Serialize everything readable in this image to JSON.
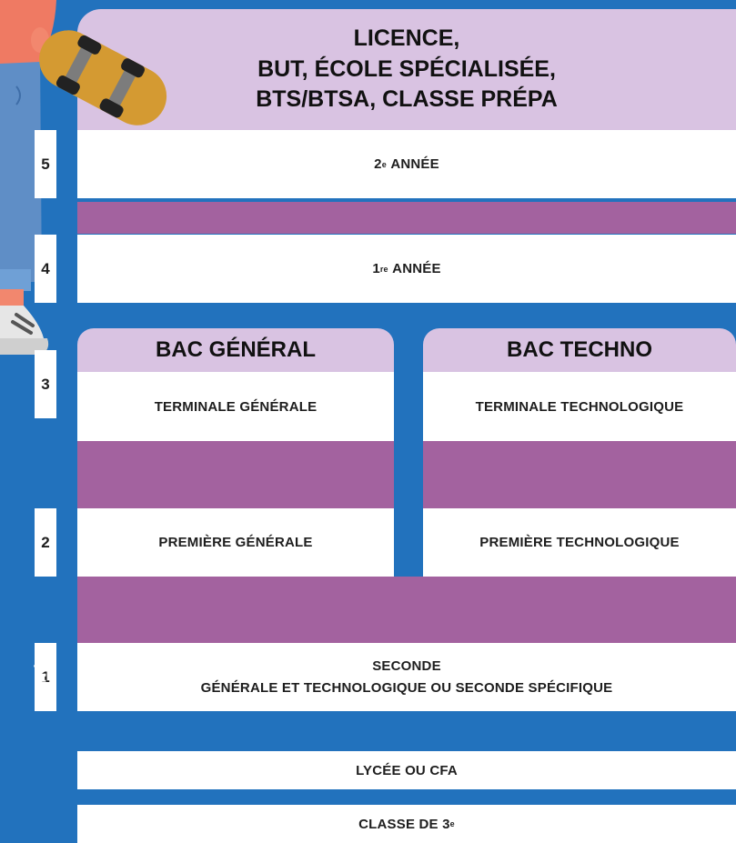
{
  "university": {
    "title_lines": [
      "LICENCE,",
      "BUT, ÉCOLE SPÉCIALISÉE,",
      "BTS/BTSA, CLASSE PRÉPA"
    ],
    "year2": {
      "num": "2",
      "sup": "e",
      "label": "ANNÉE"
    },
    "year1": {
      "num": "1",
      "sup": "re",
      "label": "ANNÉE"
    }
  },
  "bac_general": {
    "title": "BAC GÉNÉRAL",
    "terminale": "TERMINALE GÉNÉRALE",
    "premiere": "PREMIÈRE GÉNÉRALE"
  },
  "bac_techno": {
    "title": "BAC TECHNO",
    "terminale": "TERMINALE TECHNOLOGIQUE",
    "premiere": "PREMIÈRE TECHNOLOGIQUE"
  },
  "seconde": {
    "line1": "SECONDE",
    "line2": "GÉNÉRALE ET TECHNOLOGIQUE OU SECONDE SPÉCIFIQUE"
  },
  "lycee": "LYCÉE OU CFA",
  "classe3": {
    "text": "CLASSE DE 3",
    "sup": "e"
  },
  "years": [
    "5",
    "4",
    "3",
    "2",
    "1"
  ],
  "axis_label": "ANNÉE",
  "colors": {
    "background": "#2272bd",
    "purple": "#a3629f",
    "lilac": "#d9c3e2",
    "skateboard": "#d49a32",
    "shirt": "#ef7a63",
    "jeans": "#5f8ec6"
  }
}
